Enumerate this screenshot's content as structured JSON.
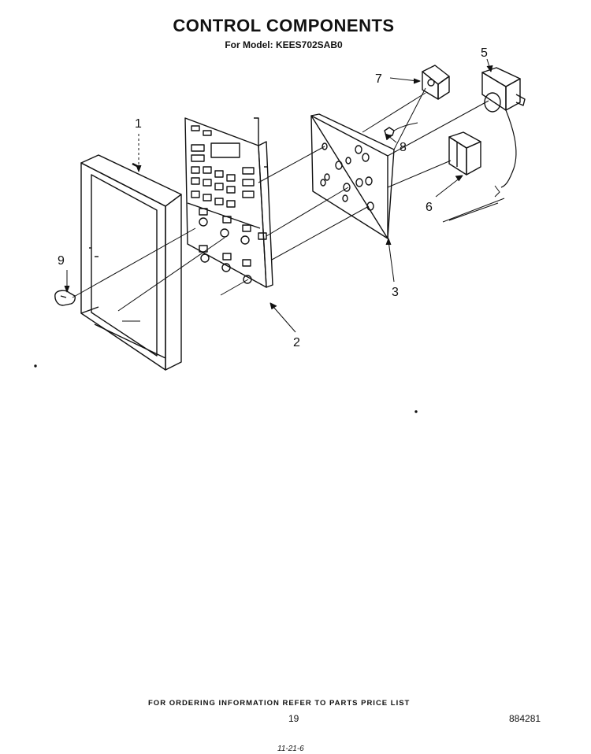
{
  "header": {
    "title": "CONTROL COMPONENTS",
    "subtitle": "For Model: KEES702SAB0"
  },
  "diagram": {
    "callouts": [
      "1",
      "2",
      "3",
      "5",
      "6",
      "7",
      "8",
      "9"
    ]
  },
  "footer": {
    "ordering_note": "FOR ORDERING INFORMATION REFER TO PARTS PRICE LIST",
    "page_number": "19",
    "document_number": "884281",
    "stamp": "11-21-6"
  }
}
